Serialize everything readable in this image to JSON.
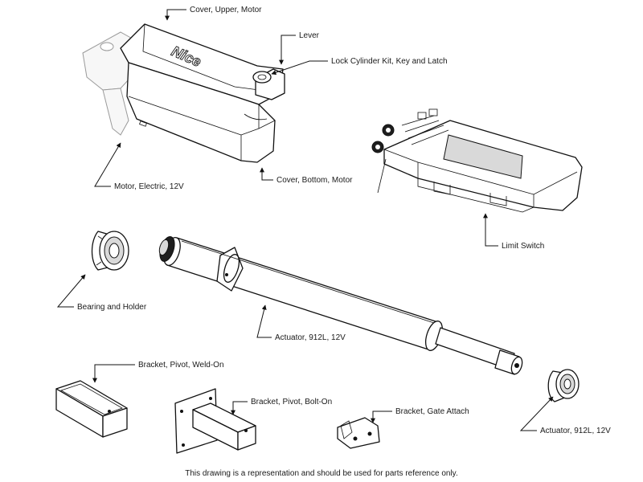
{
  "labels": {
    "cover_upper_motor": "Cover, Upper, Motor",
    "lever": "Lever",
    "lock_cylinder": "Lock Cylinder Kit, Key and Latch",
    "motor_electric": "Motor, Electric, 12V",
    "cover_bottom_motor": "Cover, Bottom, Motor",
    "limit_switch": "Limit Switch",
    "bearing_holder": "Bearing and Holder",
    "actuator_main": "Actuator, 912L, 12V",
    "bracket_weld_on": "Bracket, Pivot, Weld-On",
    "bracket_bolt_on": "Bracket, Pivot, Bolt-On",
    "bracket_gate_attach": "Bracket, Gate Attach",
    "actuator_end": "Actuator, 912L, 12V"
  },
  "brand_logo": "Nice",
  "footer": {
    "disclaimer": "This drawing is a representation and should be used for parts reference only."
  },
  "colors": {
    "ink": "#111111",
    "ghost_part": "#9a9a9a",
    "background": "#ffffff"
  }
}
